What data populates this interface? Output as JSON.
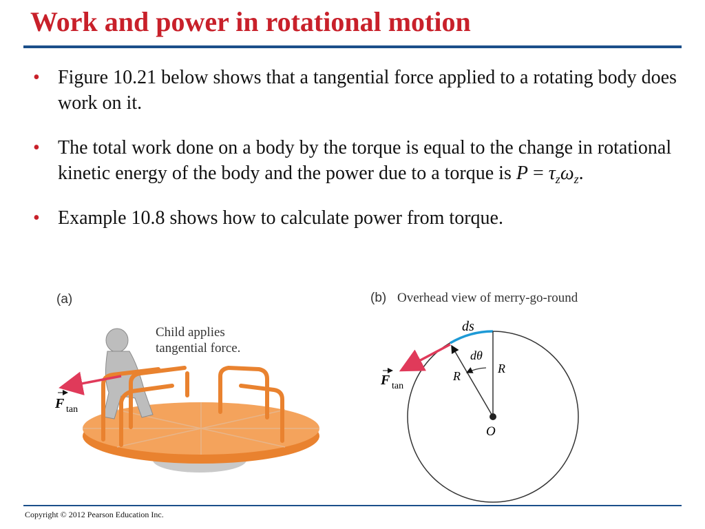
{
  "slide": {
    "title": "Work and power in rotational motion",
    "bullets": [
      "Figure 10.21 below shows that a tangential force applied to a rotating body does work on it.",
      "The total work done on a body by the torque is equal to the change in rotational kinetic energy of the body and the power due to a torque is ",
      "Example 10.8 shows how to calculate power from torque."
    ],
    "bullet_marker": "•",
    "formula": {
      "lhs": "P",
      "eq": " = ",
      "tau": "τ",
      "omega": "ω",
      "sub": "z",
      "end": "."
    },
    "copyright": "Copyright © 2012 Pearson Education Inc."
  },
  "figure": {
    "panel_a": {
      "label": "(a)",
      "caption_line1": "Child applies",
      "caption_line2": "tangential force.",
      "force_symbol": "F",
      "force_sub": "tan"
    },
    "panel_b": {
      "label": "(b)",
      "title": "Overhead view of merry-go-round",
      "ds": "ds",
      "dtheta": "dθ",
      "radius1": "R",
      "radius2": "R",
      "center": "O",
      "force_symbol": "F",
      "force_sub": "tan"
    }
  },
  "colors": {
    "title": "#c8202a",
    "rule": "#1b4f8a",
    "force_arrow": "#e03a5a",
    "arc": "#1e9ad6",
    "platform": "#f4a35c"
  }
}
